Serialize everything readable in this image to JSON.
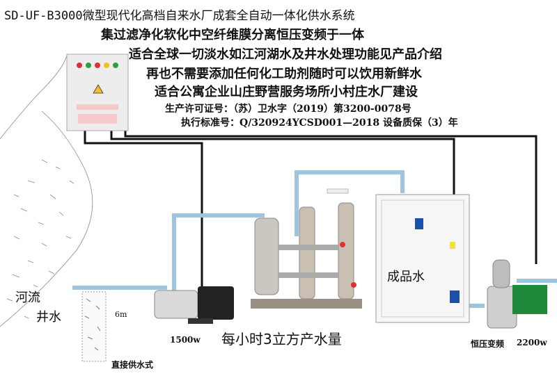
{
  "header": {
    "line1": "SD-UF-B3000微型现代化高档自来水厂成套全自动一体化供水系统",
    "line2": "集过滤净化软化中空纤维膜分离恒压变频于一体",
    "line3": "适合全球一切淡水如江河湖水及井水处理功能见产品介绍",
    "line4": "再也不需要添加任何化工助剂随时可以饮用新鲜水",
    "line5": "适合公寓企业山庄野营服务场所小村庄水厂建设",
    "license": "生产许可证号：（苏）卫水字（2019）第3200-0078号",
    "standard": "执行标准号：Q/320924YCSD001—2018 设备质保（3）年"
  },
  "labels": {
    "river": "河流",
    "well": "井水",
    "depth": "6m",
    "pump_power": "1500w",
    "output": "每小时3立方产水量",
    "direct_supply": "直接供水式",
    "product_water": "成品水",
    "vfd": "恒压变频",
    "vfd_power": "2200w"
  },
  "colors": {
    "pipe": "#b9d6ea",
    "pipe_edge": "#7fa8c4",
    "cable": "#111111",
    "panel": "#eeeeee",
    "light_red": "#e03030",
    "light_green": "#2ea043",
    "light_yellow": "#f0c020",
    "tank_fill": "#f4f4f4",
    "steel": "#c9c4bc"
  }
}
